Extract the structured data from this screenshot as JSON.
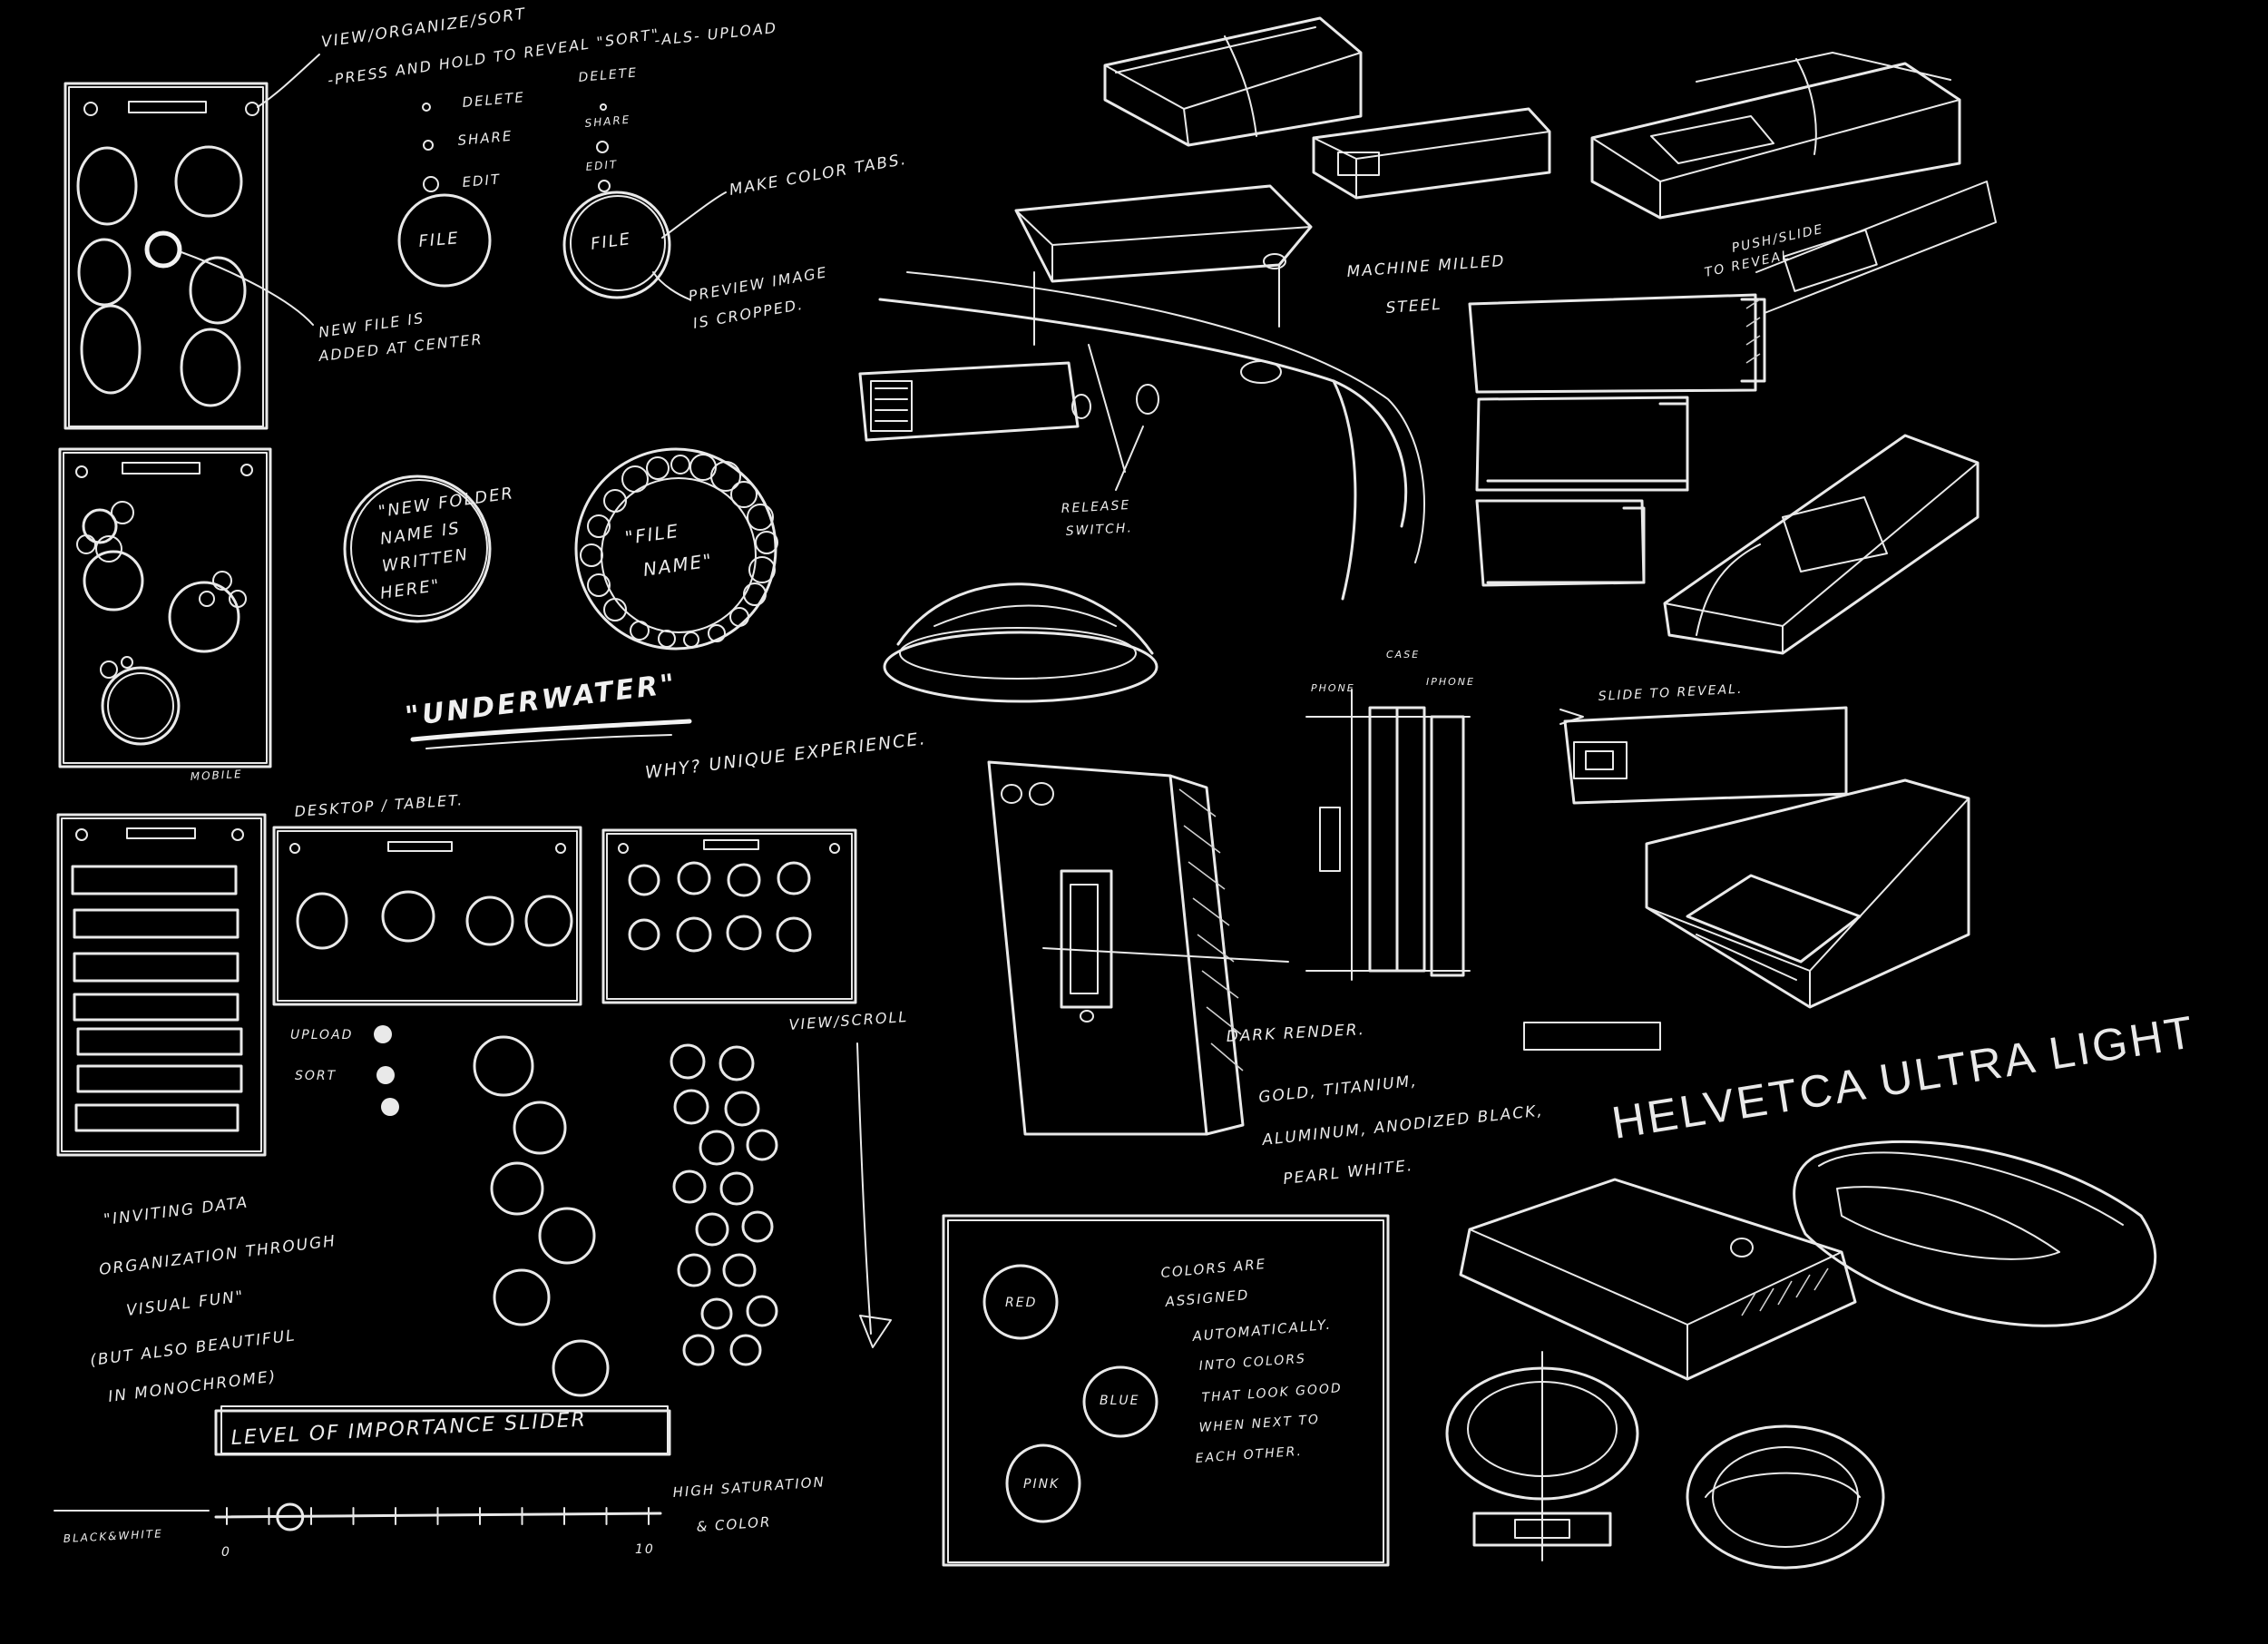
{
  "notes": {
    "view_organize": "VIEW/ORGANIZE/SORT",
    "press_hold": "-PRESS AND HOLD TO REVEAL \"SORT\"",
    "als_upload": "-ALS- UPLOAD",
    "delete_1": "DELETE",
    "delete_2": "DELETE",
    "share_1": "SHARE",
    "share_2": "SHARE",
    "edit_1": "EDIT",
    "edit_2": "EDIT",
    "file_1": "FILE",
    "file_2": "FILE",
    "make_color_tabs": "MAKE COLOR TABS.",
    "preview_image_1": "PREVIEW IMAGE",
    "preview_image_2": "IS CROPPED.",
    "new_file_1": "NEW FILE IS",
    "new_file_2": "ADDED AT CENTER",
    "machine_milled_1": "MACHINE MILLED",
    "machine_milled_2": "STEEL",
    "push_slide_1": "PUSH/SLIDE",
    "push_slide_2": "TO REVEAL",
    "release_switch_1": "RELEASE",
    "release_switch_2": "SWITCH.",
    "new_folder_1": "\"NEW FOLDER",
    "new_folder_2": "NAME IS",
    "new_folder_3": "WRITTEN",
    "new_folder_4": "HERE\"",
    "file_name_1": "\"FILE",
    "file_name_2": "NAME\"",
    "mobile": "MOBILE",
    "underwater": "\"UNDERWATER\"",
    "why": "WHY? UNIQUE EXPERIENCE.",
    "case": "CASE",
    "phone": "PHONE",
    "iphone": "IPHONE",
    "slide_to_reveal": "SLIDE TO REVEAL.",
    "desktop_tablet": "DESKTOP / TABLET.",
    "upload": "UPLOAD",
    "sort": "SORT",
    "view_scroll": "VIEW/SCROLL",
    "dark_render": "DARK RENDER.",
    "materials_1": "GOLD, TITANIUM,",
    "materials_2": "ALUMINUM, ANODIZED BLACK,",
    "materials_3": "PEARL WHITE.",
    "helvetica": "HELVETCA ULTRA LIGHT",
    "inviting_1": "\"INVITING DATA",
    "inviting_2": "ORGANIZATION THROUGH",
    "inviting_3": "VISUAL FUN\"",
    "inviting_4": "(BUT ALSO BEAUTIFUL",
    "inviting_5": "IN MONOCHROME)",
    "importance_slider": "LEVEL OF IMPORTANCE SLIDER",
    "black_white": "BLACK&WHITE",
    "high_saturation_1": "HIGH SATURATION",
    "high_saturation_2": "& COLOR",
    "slider_min": "0",
    "slider_max": "10",
    "red": "RED",
    "blue": "BLUE",
    "pink": "PINK",
    "colors_1": "COLORS ARE",
    "colors_2": "ASSIGNED",
    "colors_3": "AUTOMATICALLY.",
    "colors_4": "INTO COLORS",
    "colors_5": "THAT LOOK GOOD",
    "colors_6": "WHEN NEXT TO",
    "colors_7": "EACH OTHER."
  },
  "slider": {
    "value": 1.5,
    "min": 0,
    "max": 10
  },
  "colors": {
    "background": "#000000",
    "ink": "#e9e9e9"
  }
}
